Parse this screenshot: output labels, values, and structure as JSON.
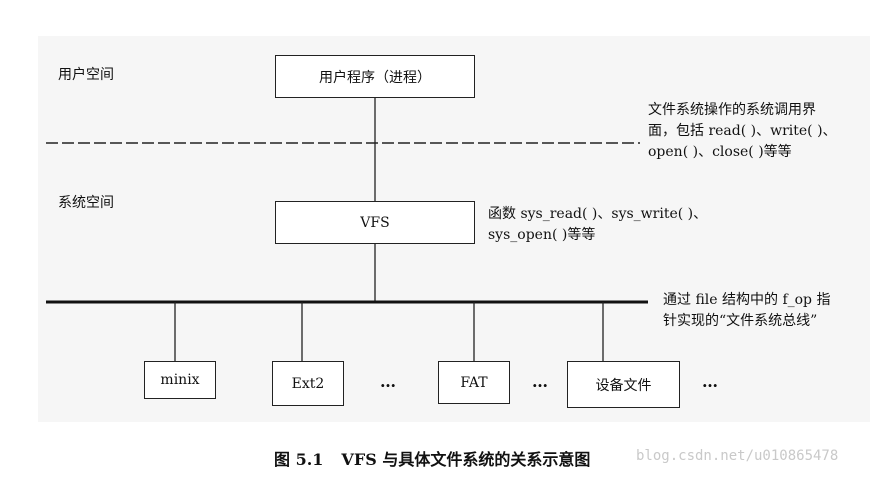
{
  "regions": {
    "user_space": "用户空间",
    "system_space": "系统空间"
  },
  "boxes": {
    "user_program": "用户程序（进程）",
    "vfs": "VFS",
    "minix": "minix",
    "ext2": "Ext2",
    "fat": "FAT",
    "device_file": "设备文件"
  },
  "ellipsis": "…",
  "annotations": {
    "syscall_interface": [
      "文件系统操作的系统调用界",
      "面，包括 read( )、write( )、",
      "open( )、close( )等等"
    ],
    "functions": [
      "函数 sys_read( )、sys_write( )、",
      "sys_open( )等等"
    ],
    "fs_bus": [
      "通过 file 结构中的 f_op 指",
      "针实现的“文件系统总线”"
    ]
  },
  "caption": {
    "number": "图 5.1",
    "title": "VFS 与具体文件系统的关系示意图"
  },
  "watermark": "blog.csdn.net/u010865478"
}
